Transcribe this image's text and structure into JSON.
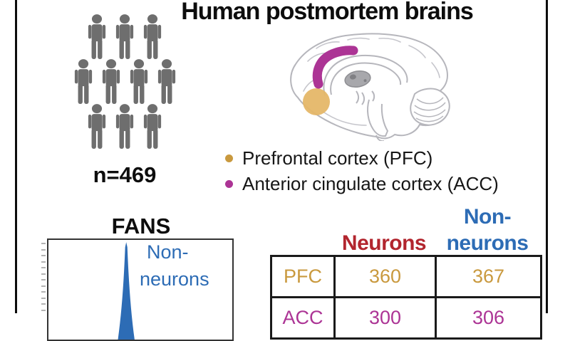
{
  "panel": {
    "title": "Human postmortem brains"
  },
  "cohort": {
    "count_label": "n=469",
    "icon_rows": [
      3,
      4,
      3
    ]
  },
  "legend": {
    "items": [
      {
        "label": "Prefrontal cortex (PFC)",
        "color": "#c9993e"
      },
      {
        "label": "Anterior cingulate cortex (ACC)",
        "color": "#ac3495"
      }
    ]
  },
  "fans": {
    "title": "FANS",
    "population_label_line1": "Non-",
    "population_label_line2": "neurons"
  },
  "table": {
    "headers": {
      "neurons": "Neurons",
      "non_neurons_line1": "Non-",
      "non_neurons_line2": "neurons"
    },
    "rows": [
      {
        "region": "PFC",
        "neurons": "360",
        "non_neurons": "367"
      },
      {
        "region": "ACC",
        "neurons": "300",
        "non_neurons": "306"
      }
    ]
  },
  "colors": {
    "gold": "#c9993e",
    "goldfill": "#e5b768",
    "magenta": "#ac3495",
    "red": "#b2252e",
    "blue": "#2d6cb5",
    "person": "#6e6e6e",
    "brainline": "#b6b6bc",
    "thalamus": "#a8a8ac",
    "tick": "#b3b3b3"
  }
}
